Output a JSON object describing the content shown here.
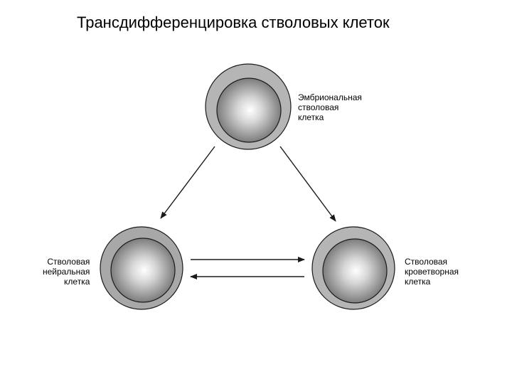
{
  "title": "Трансдифференцировка стволовых клеток",
  "cells": {
    "embryonic": {
      "label_lines": [
        "Эмбриональная",
        "стволовая",
        "клетка"
      ]
    },
    "neural": {
      "label_lines": [
        "Стволовая",
        "нейральная",
        "клетка"
      ]
    },
    "blood": {
      "label_lines": [
        "Стволовая",
        "кроветворная",
        "клетка"
      ]
    }
  },
  "colors": {
    "outer_ring": "#b5b5b5",
    "inner_highlight": "#ffffff",
    "inner_shadow": "#6e6e6e",
    "stroke": "#1a1a1a"
  }
}
